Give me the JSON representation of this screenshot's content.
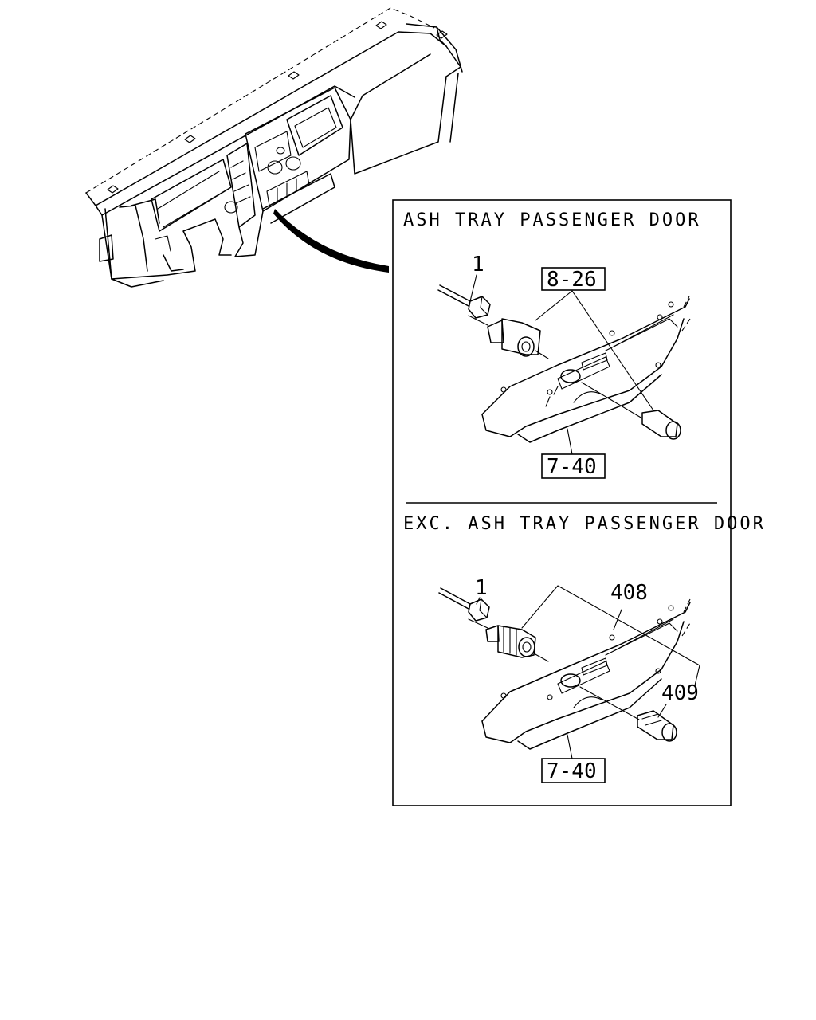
{
  "diagram": {
    "section_top": {
      "heading": "ASH TRAY PASSENGER DOOR",
      "callouts": {
        "part_1": "1",
        "ref_box_a": "8-26",
        "ref_box_b": "7-40"
      }
    },
    "section_bottom": {
      "heading": "EXC. ASH TRAY PASSENGER DOOR",
      "callouts": {
        "part_1": "1",
        "part_408": "408",
        "part_409": "409",
        "ref_box_b": "7-40"
      }
    }
  }
}
